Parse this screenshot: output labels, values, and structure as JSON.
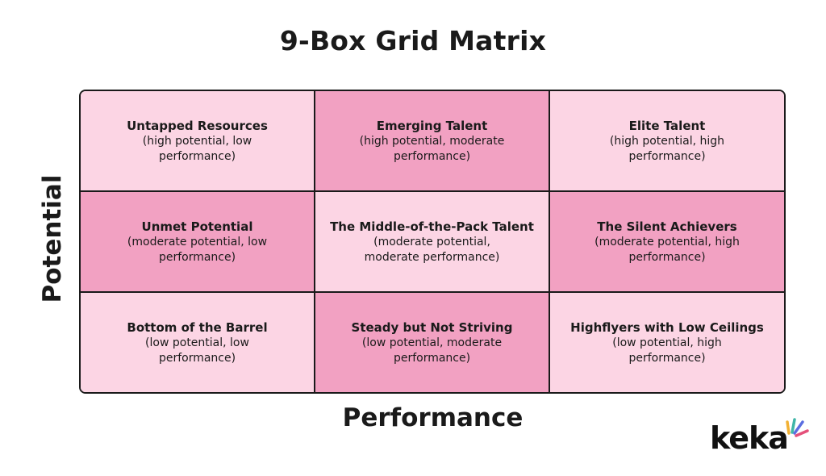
{
  "title": "9-Box Grid Matrix",
  "axes": {
    "y_label": "Potential",
    "x_label": "Performance"
  },
  "cells": [
    {
      "title": "Untapped Resources",
      "desc": "(high potential, low performance)",
      "shade": "light"
    },
    {
      "title": "Emerging Talent",
      "desc": "(high potential, moderate performance)",
      "shade": "dark"
    },
    {
      "title": "Elite Talent",
      "desc": "(high potential, high performance)",
      "shade": "light"
    },
    {
      "title": "Unmet Potential",
      "desc": "(moderate potential, low performance)",
      "shade": "dark"
    },
    {
      "title": "The Middle-of-the-Pack Talent",
      "desc": "(moderate potential, moderate performance)",
      "shade": "light"
    },
    {
      "title": "The Silent Achievers",
      "desc": "(moderate potential, high performance)",
      "shade": "dark"
    },
    {
      "title": "Bottom of the Barrel",
      "desc": "(low potential, low performance)",
      "shade": "light"
    },
    {
      "title": "Steady but Not Striving",
      "desc": "(low potential, moderate performance)",
      "shade": "dark"
    },
    {
      "title": "Highflyers with Low Ceilings",
      "desc": "(low potential, high performance)",
      "shade": "light"
    }
  ],
  "colors": {
    "light": "#fcd5e4",
    "dark": "#f2a1c2",
    "border": "#1a1a1a"
  },
  "logo": {
    "text": "keka",
    "ray_colors": [
      "#f2b134",
      "#3fb6a8",
      "#5b6ee1",
      "#e4507a"
    ]
  }
}
